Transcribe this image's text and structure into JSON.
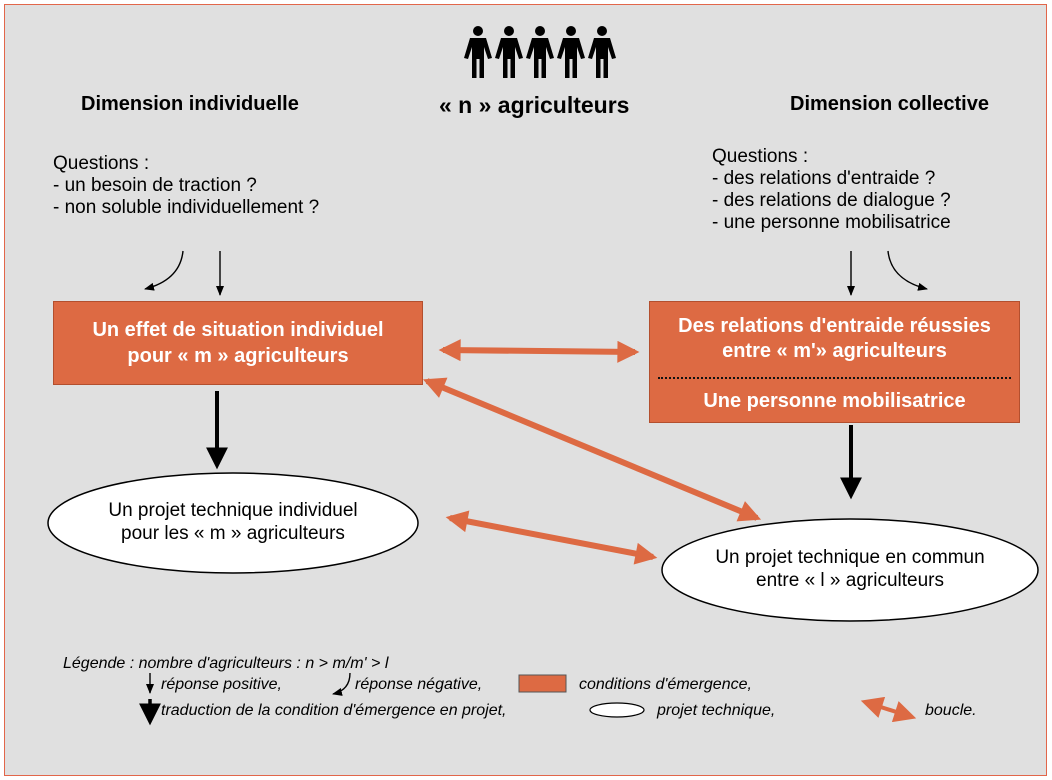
{
  "header": {
    "left_title": "Dimension individuelle",
    "center_title": "« n » agriculteurs",
    "right_title": "Dimension collective"
  },
  "left_questions": {
    "heading": "Questions :",
    "items": [
      "- un besoin de traction ?",
      "- non soluble individuellement ?"
    ]
  },
  "right_questions": {
    "heading": "Questions :",
    "items": [
      "- des relations d'entraide ?",
      "- des relations de dialogue ?",
      "- une personne mobilisatrice"
    ]
  },
  "boxes": {
    "individual": [
      "Un effet de situation individuel",
      "pour « m » agriculteurs"
    ],
    "collective_top": [
      "Des relations d'entraide réussies",
      "entre « m'» agriculteurs"
    ],
    "collective_bottom": "Une personne mobilisatrice"
  },
  "ovals": {
    "individual": [
      "Un projet technique individuel",
      "pour les « m » agriculteurs"
    ],
    "collective": [
      "Un projet technique en commun",
      "entre « l » agriculteurs"
    ]
  },
  "legend": {
    "line1": "Légende : nombre d'agriculteurs : n > m/m' > l",
    "positive": "réponse positive,",
    "negative": "réponse négative,",
    "conditions": "conditions d'émergence,",
    "translation": "traduction de la condition d'émergence en projet,",
    "project": "projet technique,",
    "loop": "boucle."
  },
  "colors": {
    "accent": "#dd6a43",
    "background": "#e0e0e0",
    "border": "#e2664a"
  }
}
